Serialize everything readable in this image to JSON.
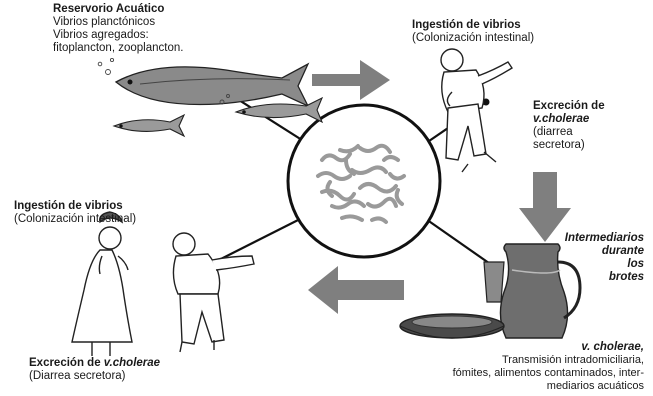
{
  "reservoir": {
    "title": "Reservorio Acuático",
    "line1": "Vibrios planctónicos",
    "line2": "Vibrios agregados:",
    "line3": "fitoplancton, zooplancton."
  },
  "ingestion_top": {
    "title": "Ingestión de vibrios",
    "subtitle": "(Colonización intestinal)"
  },
  "excretion_right": {
    "title": "Excreción de",
    "species": "v.cholerae",
    "line1": "(diarrea",
    "line2": "secretora)"
  },
  "intermediaries": {
    "line1": "Intermediarios",
    "line2": "durante",
    "line3": "los",
    "line4": "brotes"
  },
  "transmission": {
    "species": "v. cholerae,",
    "line1": "Transmisión intradomiciliaria,",
    "line2": "fómites, alimentos contaminados, inter-",
    "line3": "mediarios acuáticos"
  },
  "ingestion_left": {
    "title": "Ingestión de vibrios",
    "subtitle": "(Colonización intestinal)"
  },
  "excretion_left": {
    "title": "Excreción de ",
    "species": "v.cholerae",
    "subtitle": "(Diarrea secretora)"
  },
  "colors": {
    "arrow": "#7f7f7f",
    "line": "#111111",
    "fish": "#8a8a8a"
  }
}
